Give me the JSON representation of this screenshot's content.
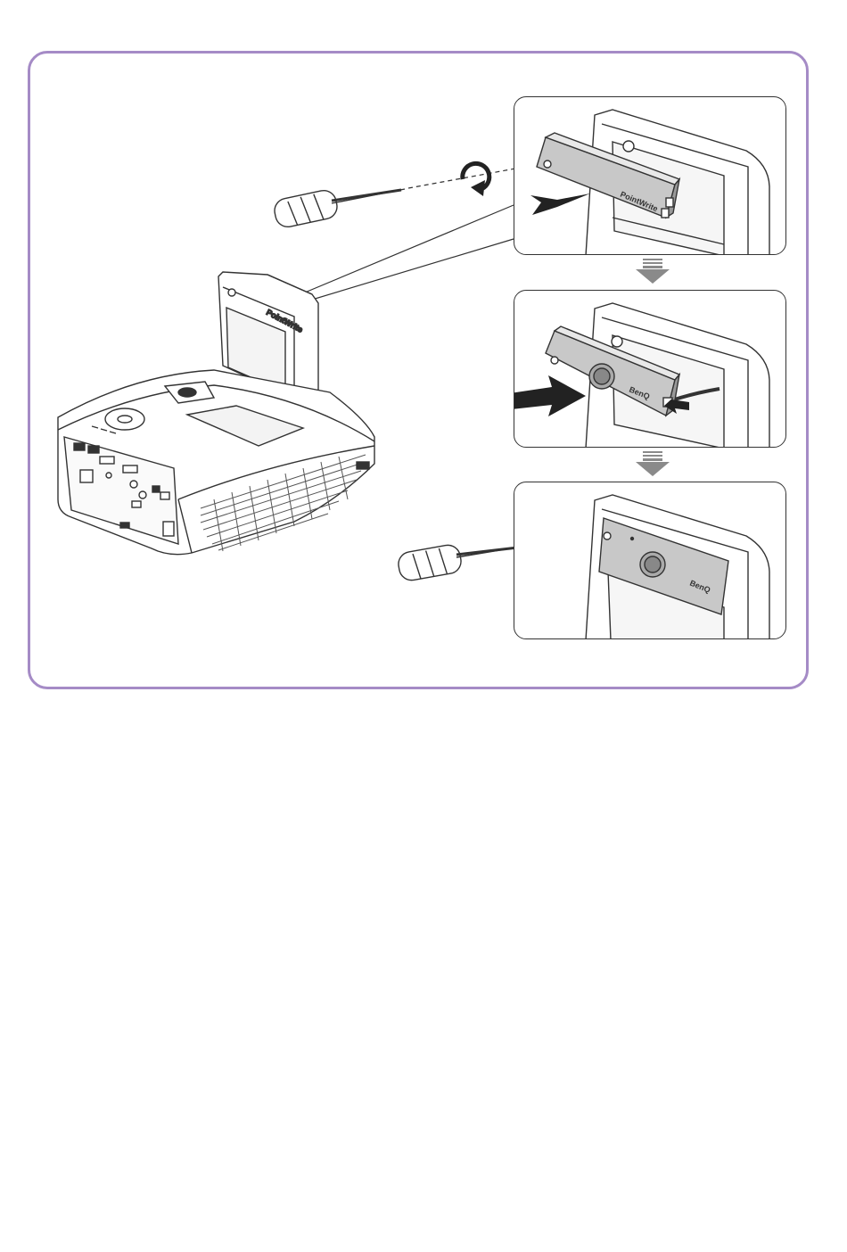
{
  "labels": {
    "projector_brand": "PointWrite",
    "module_brand_1": "PointWrite",
    "module_brand_2": "BenQ",
    "module_brand_3": "BenQ"
  },
  "colors": {
    "frame_border": "#a58bc6",
    "line": "#333333",
    "panel_fill": "#c8c8c8",
    "step_arrow": "#8a8a8a"
  },
  "icons": {
    "rotate": "rotate-clockwise-icon",
    "screwdriver": "screwdriver-icon",
    "step": "arrow-down-icon",
    "push": "arrow-push-icon"
  }
}
